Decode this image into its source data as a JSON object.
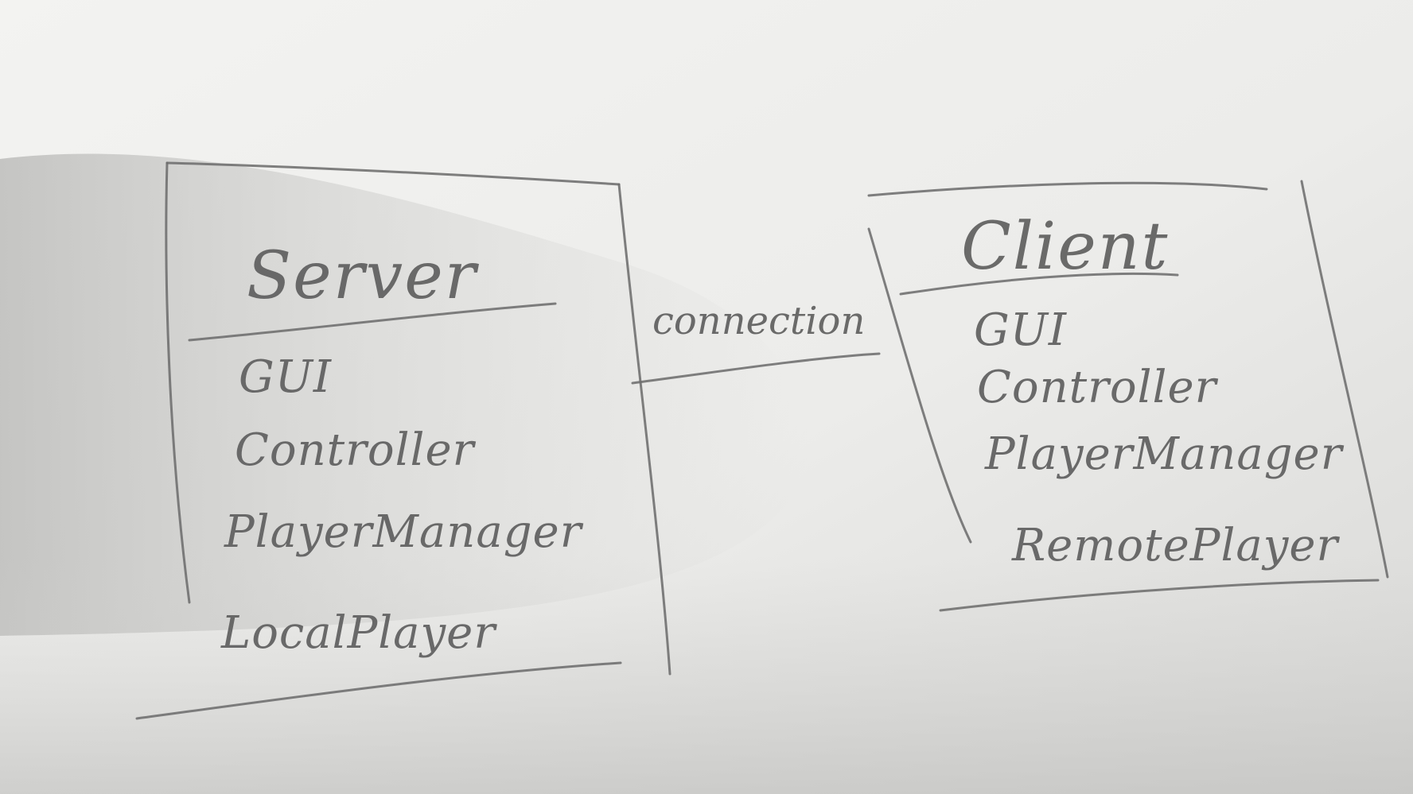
{
  "diagram": {
    "server": {
      "title": "Server",
      "members": [
        "GUI",
        "Controller",
        "PlayerManager",
        "LocalPlayer"
      ]
    },
    "client": {
      "title": "Client",
      "members": [
        "GUI",
        "Controller",
        "PlayerManager",
        "RemotePlayer"
      ]
    },
    "connection": {
      "label": "connection"
    }
  },
  "colors": {
    "paper_light": "#f1f1ef",
    "paper_shadow": "#cfcfcd",
    "pencil": "#6d6d6d"
  }
}
